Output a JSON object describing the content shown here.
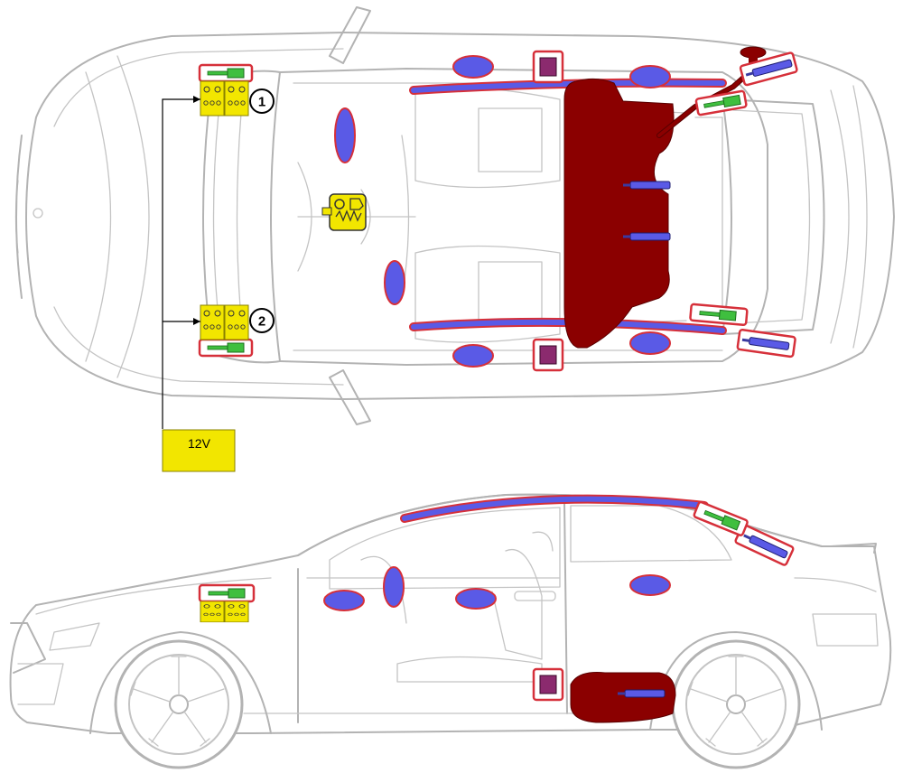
{
  "diagram": {
    "voltage_label": "12V",
    "callouts": [
      "1",
      "2"
    ],
    "colors": {
      "airbag": "#5a5ae6",
      "airbag_outline": "#d6303a",
      "fuel_tank": "#8b0000",
      "gas_strut": "#5a5ae6",
      "pretensioner": "#3fbf3f",
      "battery": "#f2e600",
      "control_unit": "#8b2a6e",
      "highlight_box": "#d6303a",
      "car_outline": "#b3b3b3"
    },
    "icons": [
      "battery-icon",
      "airbag-icon",
      "fuel-tank-icon",
      "gas-strut-icon",
      "seatbelt-pretensioner-icon",
      "control-unit-icon",
      "high-voltage-component-icon"
    ]
  }
}
